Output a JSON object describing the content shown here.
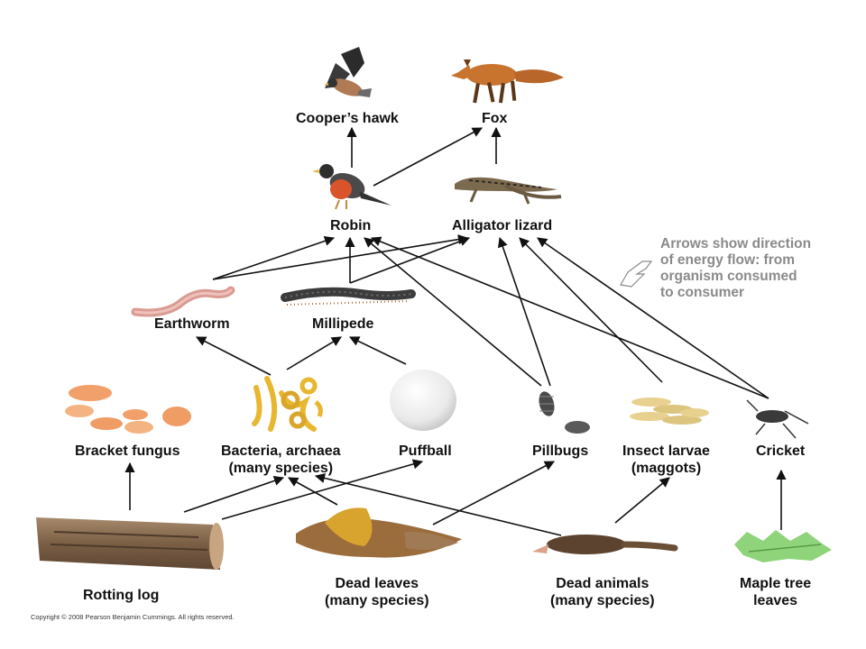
{
  "organisms": {
    "hawk": {
      "name": "Cooper’s hawk"
    },
    "fox": {
      "name": "Fox"
    },
    "robin": {
      "name": "Robin"
    },
    "lizard": {
      "name": "Alligator lizard"
    },
    "earthworm": {
      "name": "Earthworm"
    },
    "millipede": {
      "name": "Millipede"
    },
    "bracket": {
      "name": "Bracket fungus"
    },
    "bacteria": {
      "line1": "Bacteria, archaea",
      "line2": "(many species)"
    },
    "puffball": {
      "name": "Puffball"
    },
    "pillbugs": {
      "name": "Pillbugs"
    },
    "larvae": {
      "line1": "Insect larvae",
      "line2": "(maggots)"
    },
    "cricket": {
      "name": "Cricket"
    },
    "log": {
      "name": "Rotting log"
    },
    "leaves": {
      "line1": "Dead leaves",
      "line2": "(many species)"
    },
    "animals": {
      "line1": "Dead animals",
      "line2": "(many species)"
    },
    "maple": {
      "line1": "Maple tree",
      "line2": "leaves"
    }
  },
  "note": {
    "line1": "Arrows show direction",
    "line2": "of energy flow: from",
    "line3": "organism consumed",
    "line4": "to consumer"
  },
  "energy_flow_arrows": [
    {
      "from": "Robin",
      "to": "Cooper’s hawk"
    },
    {
      "from": "Robin",
      "to": "Fox"
    },
    {
      "from": "Alligator lizard",
      "to": "Fox"
    },
    {
      "from": "Earthworm",
      "to": "Robin"
    },
    {
      "from": "Earthworm",
      "to": "Alligator lizard"
    },
    {
      "from": "Millipede",
      "to": "Robin"
    },
    {
      "from": "Millipede",
      "to": "Alligator lizard"
    },
    {
      "from": "Pillbugs",
      "to": "Robin"
    },
    {
      "from": "Pillbugs",
      "to": "Alligator lizard"
    },
    {
      "from": "Insect larvae",
      "to": "Alligator lizard"
    },
    {
      "from": "Cricket",
      "to": "Robin"
    },
    {
      "from": "Cricket",
      "to": "Alligator lizard"
    },
    {
      "from": "Bacteria, archaea",
      "to": "Earthworm"
    },
    {
      "from": "Bacteria, archaea",
      "to": "Millipede"
    },
    {
      "from": "Puffball",
      "to": "Millipede"
    },
    {
      "from": "Rotting log",
      "to": "Bracket fungus"
    },
    {
      "from": "Rotting log",
      "to": "Bacteria, archaea"
    },
    {
      "from": "Rotting log",
      "to": "Puffball"
    },
    {
      "from": "Dead leaves",
      "to": "Bacteria, archaea"
    },
    {
      "from": "Dead leaves",
      "to": "Pillbugs"
    },
    {
      "from": "Dead animals",
      "to": "Bacteria, archaea"
    },
    {
      "from": "Dead animals",
      "to": "Insect larvae"
    },
    {
      "from": "Maple tree leaves",
      "to": "Cricket"
    }
  ],
  "colors": {
    "arrow": "#111111",
    "label": "#111111",
    "note": "#8a8a8a",
    "fungus": "#f2a06b",
    "bacteria": "#e8b730",
    "robin_breast": "#d9532b",
    "fox": "#c8742e",
    "maple": "#8fd47a"
  },
  "copyright": "Copyright © 2008 Pearson Benjamin Cummings. All rights reserved."
}
